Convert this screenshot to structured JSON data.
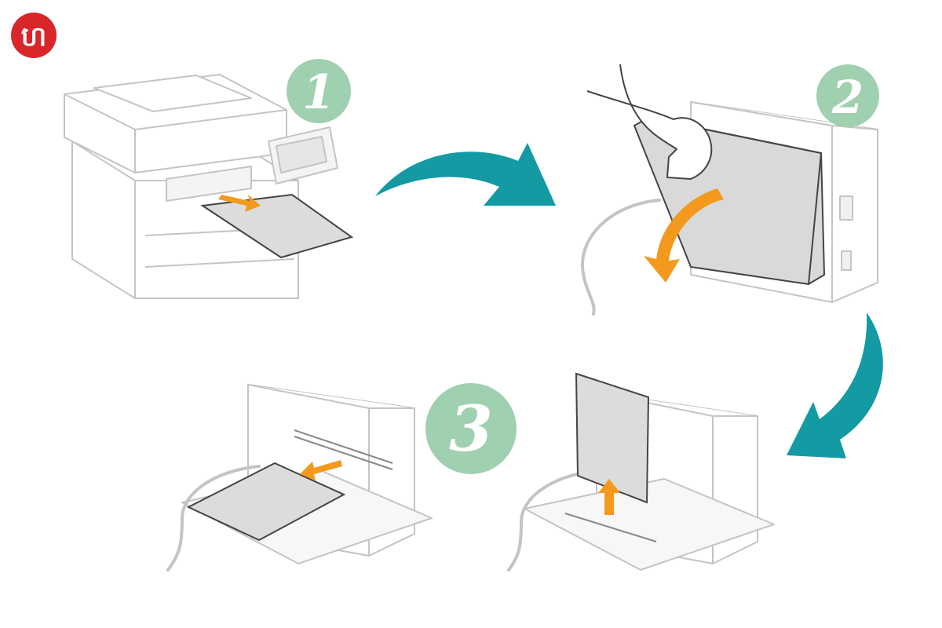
{
  "logo": {
    "text": "ហ",
    "color": "#d9262b"
  },
  "steps": [
    {
      "number": "1",
      "label": "pull-out-jammed-paper-front"
    },
    {
      "number": "2",
      "label": "open-rear-cover"
    },
    {
      "number": "3",
      "label": "remove-jammed-paper-rear"
    }
  ],
  "colors": {
    "badge": "#9fd0b0",
    "badge_text": "#ffffff",
    "flow_arrow": "#139aa3",
    "action_arrow": "#f39a1e",
    "paper": "#dcdcdc",
    "outline": "#bdbdbd"
  }
}
